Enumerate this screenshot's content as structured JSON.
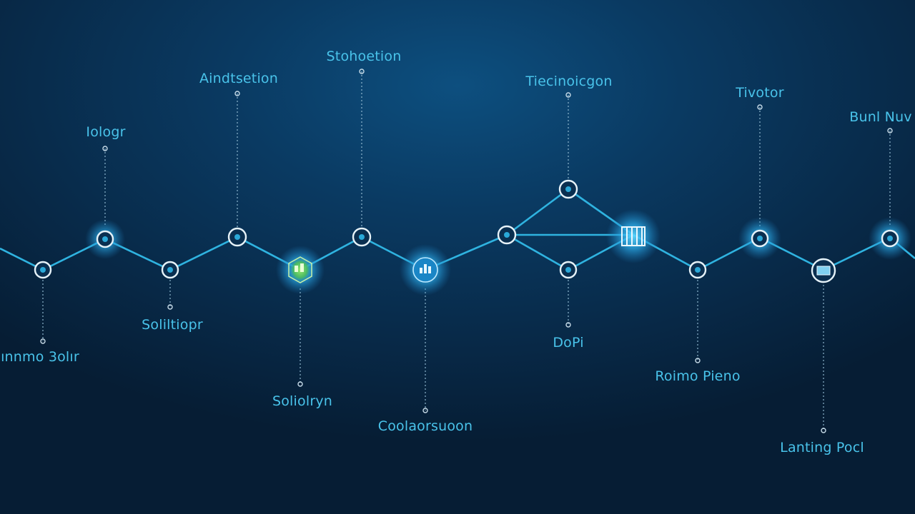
{
  "colors": {
    "background": "#0a3a62",
    "line": "#2fb3e0",
    "label": "#49c3ea",
    "glow": "#36c5ff",
    "green_node": "#7fdc4a"
  },
  "upper_labels": [
    {
      "id": "up1",
      "text": "Iologr"
    },
    {
      "id": "up2",
      "text": "Aindtsetion"
    },
    {
      "id": "up3",
      "text": "Stohoetion"
    },
    {
      "id": "up4",
      "text": "Tiecinoicgon"
    },
    {
      "id": "up5",
      "text": "Tivotor"
    },
    {
      "id": "up6",
      "text": "Bunl Nuv"
    }
  ],
  "lower_labels": [
    {
      "id": "lo1",
      "text": "ınnmo 3olır"
    },
    {
      "id": "lo2",
      "text": "Soliltiopr"
    },
    {
      "id": "lo3",
      "text": "Soliolryn"
    },
    {
      "id": "lo4",
      "text": "Coolaorsuoon"
    },
    {
      "id": "lo5",
      "text": "DoPi"
    },
    {
      "id": "lo6",
      "text": "Roimo Pieno"
    },
    {
      "id": "lo7",
      "text": "Lanting Pocl"
    }
  ],
  "nodes": [
    {
      "id": "n1",
      "icon": "ring-node-icon"
    },
    {
      "id": "n2",
      "icon": "glowing-node-icon"
    },
    {
      "id": "n3",
      "icon": "ring-node-icon"
    },
    {
      "id": "n4",
      "icon": "ring-node-icon"
    },
    {
      "id": "n5",
      "icon": "hexagon-node-icon"
    },
    {
      "id": "n6",
      "icon": "ring-node-icon"
    },
    {
      "id": "n7",
      "icon": "glowing-chart-node-icon"
    },
    {
      "id": "n8",
      "icon": "ring-node-icon"
    },
    {
      "id": "n9",
      "icon": "ring-node-icon"
    },
    {
      "id": "n10",
      "icon": "ring-node-icon"
    },
    {
      "id": "n11",
      "icon": "building-node-icon"
    },
    {
      "id": "n12",
      "icon": "ring-node-icon"
    },
    {
      "id": "n13",
      "icon": "glowing-node-icon"
    },
    {
      "id": "n14",
      "icon": "calendar-node-icon"
    },
    {
      "id": "n15",
      "icon": "glowing-node-icon"
    }
  ]
}
